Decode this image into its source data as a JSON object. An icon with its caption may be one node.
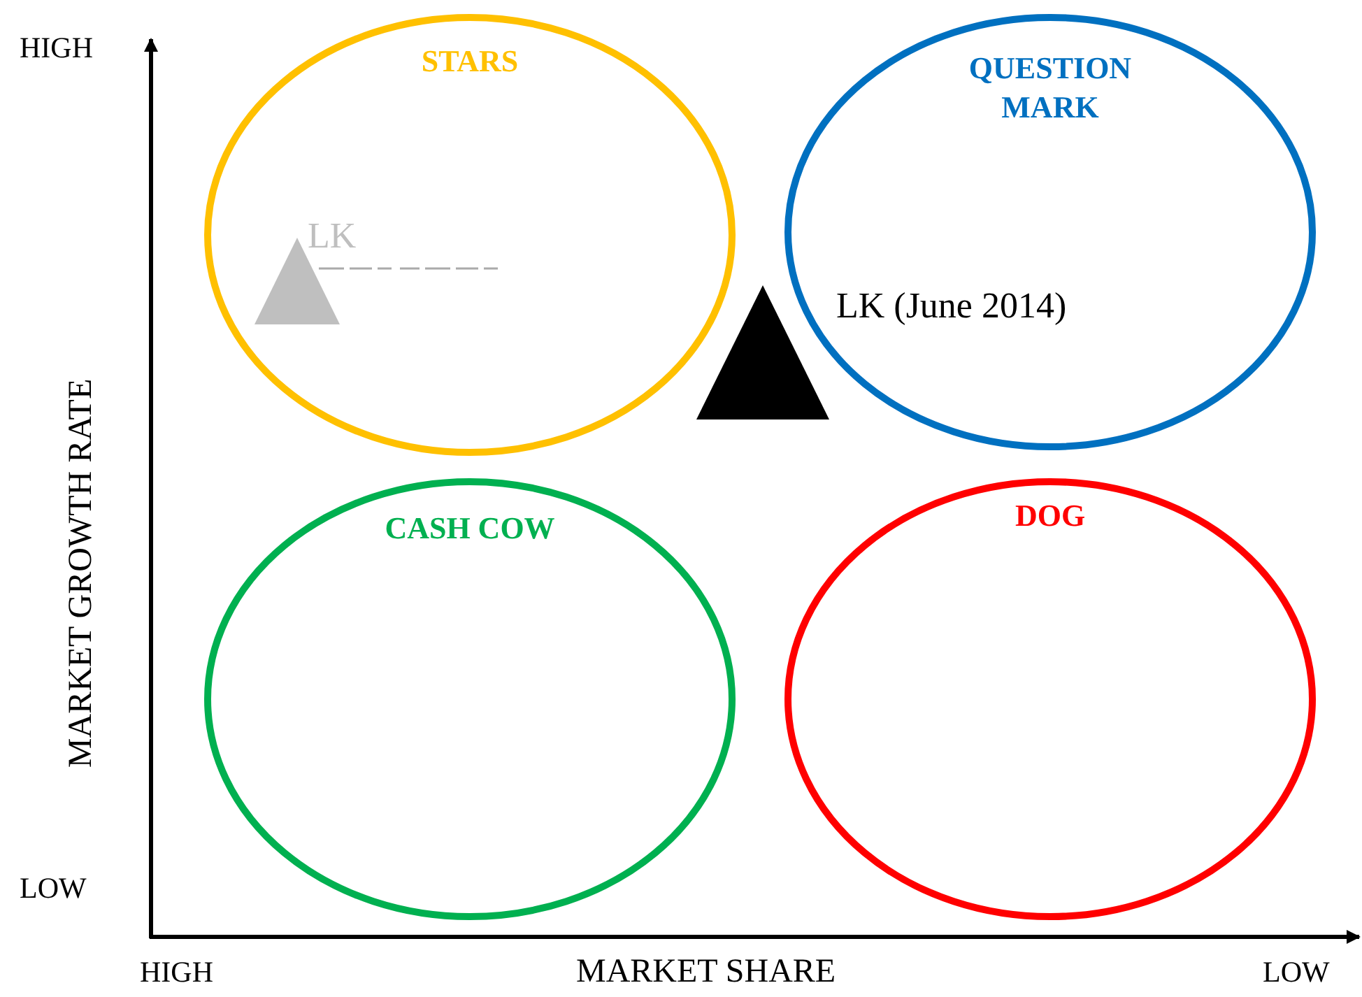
{
  "diagram": {
    "nodes": [
      {
        "text": [
          "STARS"
        ]
      },
      {
        "text": [
          "QUESTION MARK"
        ]
      },
      {
        "text": [
          "CASH COW"
        ]
      },
      {
        "text": [
          "DOG"
        ]
      },
      {
        "text": [],
        "shape": "triangle",
        "in": 0,
        "beside": [
          "LK"
        ]
      },
      {
        "text": [],
        "shape": "triangle",
        "beside": [
          "LK (June 2014)"
        ]
      }
    ],
    "edges": [],
    "labels": [
      "HIGH",
      "LOW",
      "MARKET GROWTH RATE",
      "HIGH",
      "MARKET SHARE",
      "LOW"
    ]
  }
}
